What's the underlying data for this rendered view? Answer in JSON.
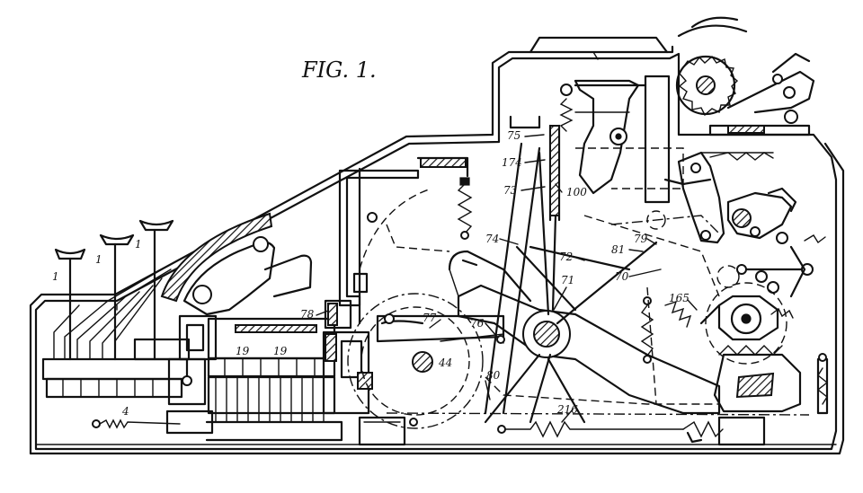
{
  "figure": {
    "title": "FIG. 1."
  },
  "reference_numerals": {
    "n1": "1",
    "n4": "4",
    "n19": "19",
    "n44": "44",
    "n70": "70",
    "n71": "71",
    "n72": "72",
    "n73": "73",
    "n74": "74",
    "n75": "75",
    "n76": "76",
    "n77": "77",
    "n78": "78",
    "n79": "79",
    "n80": "80",
    "n81": "81",
    "n100": "100",
    "n165": "165",
    "n174": "174",
    "n216": "216"
  }
}
